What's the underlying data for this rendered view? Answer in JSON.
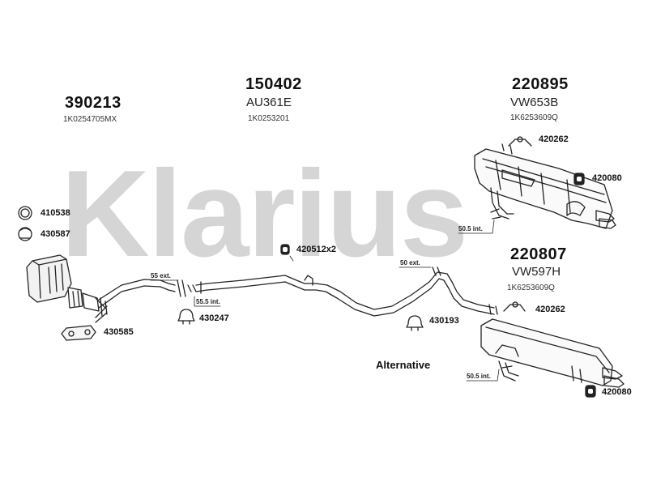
{
  "watermark": "Klarius",
  "assemblies": [
    {
      "part": "390213",
      "oem": "1K0254705MX"
    },
    {
      "part": "150402",
      "ref": "AU361E",
      "oem": "1K0253201"
    },
    {
      "part": "220895",
      "ref": "VW653B",
      "oem": "1K6253609Q"
    },
    {
      "part": "220807",
      "ref": "VW597H",
      "oem": "1K6253609Q"
    }
  ],
  "fittings": {
    "ring_1": "410538",
    "ring_2": "430587",
    "gasket": "430585",
    "clamp_front": "430247",
    "rubber_mount_pair": "420512x2",
    "clamp_mid": "430193",
    "hanger_top": "420262",
    "mount_top": "420080",
    "hanger_bottom": "420262",
    "mount_bottom": "420080"
  },
  "dimensions": {
    "front_ext": "55 ext.",
    "front_int": "55.5 int.",
    "mid_ext": "50 ext.",
    "rear_int_top": "50.5 int.",
    "rear_int_bottom": "50.5 int."
  },
  "alternative_label": "Alternative"
}
